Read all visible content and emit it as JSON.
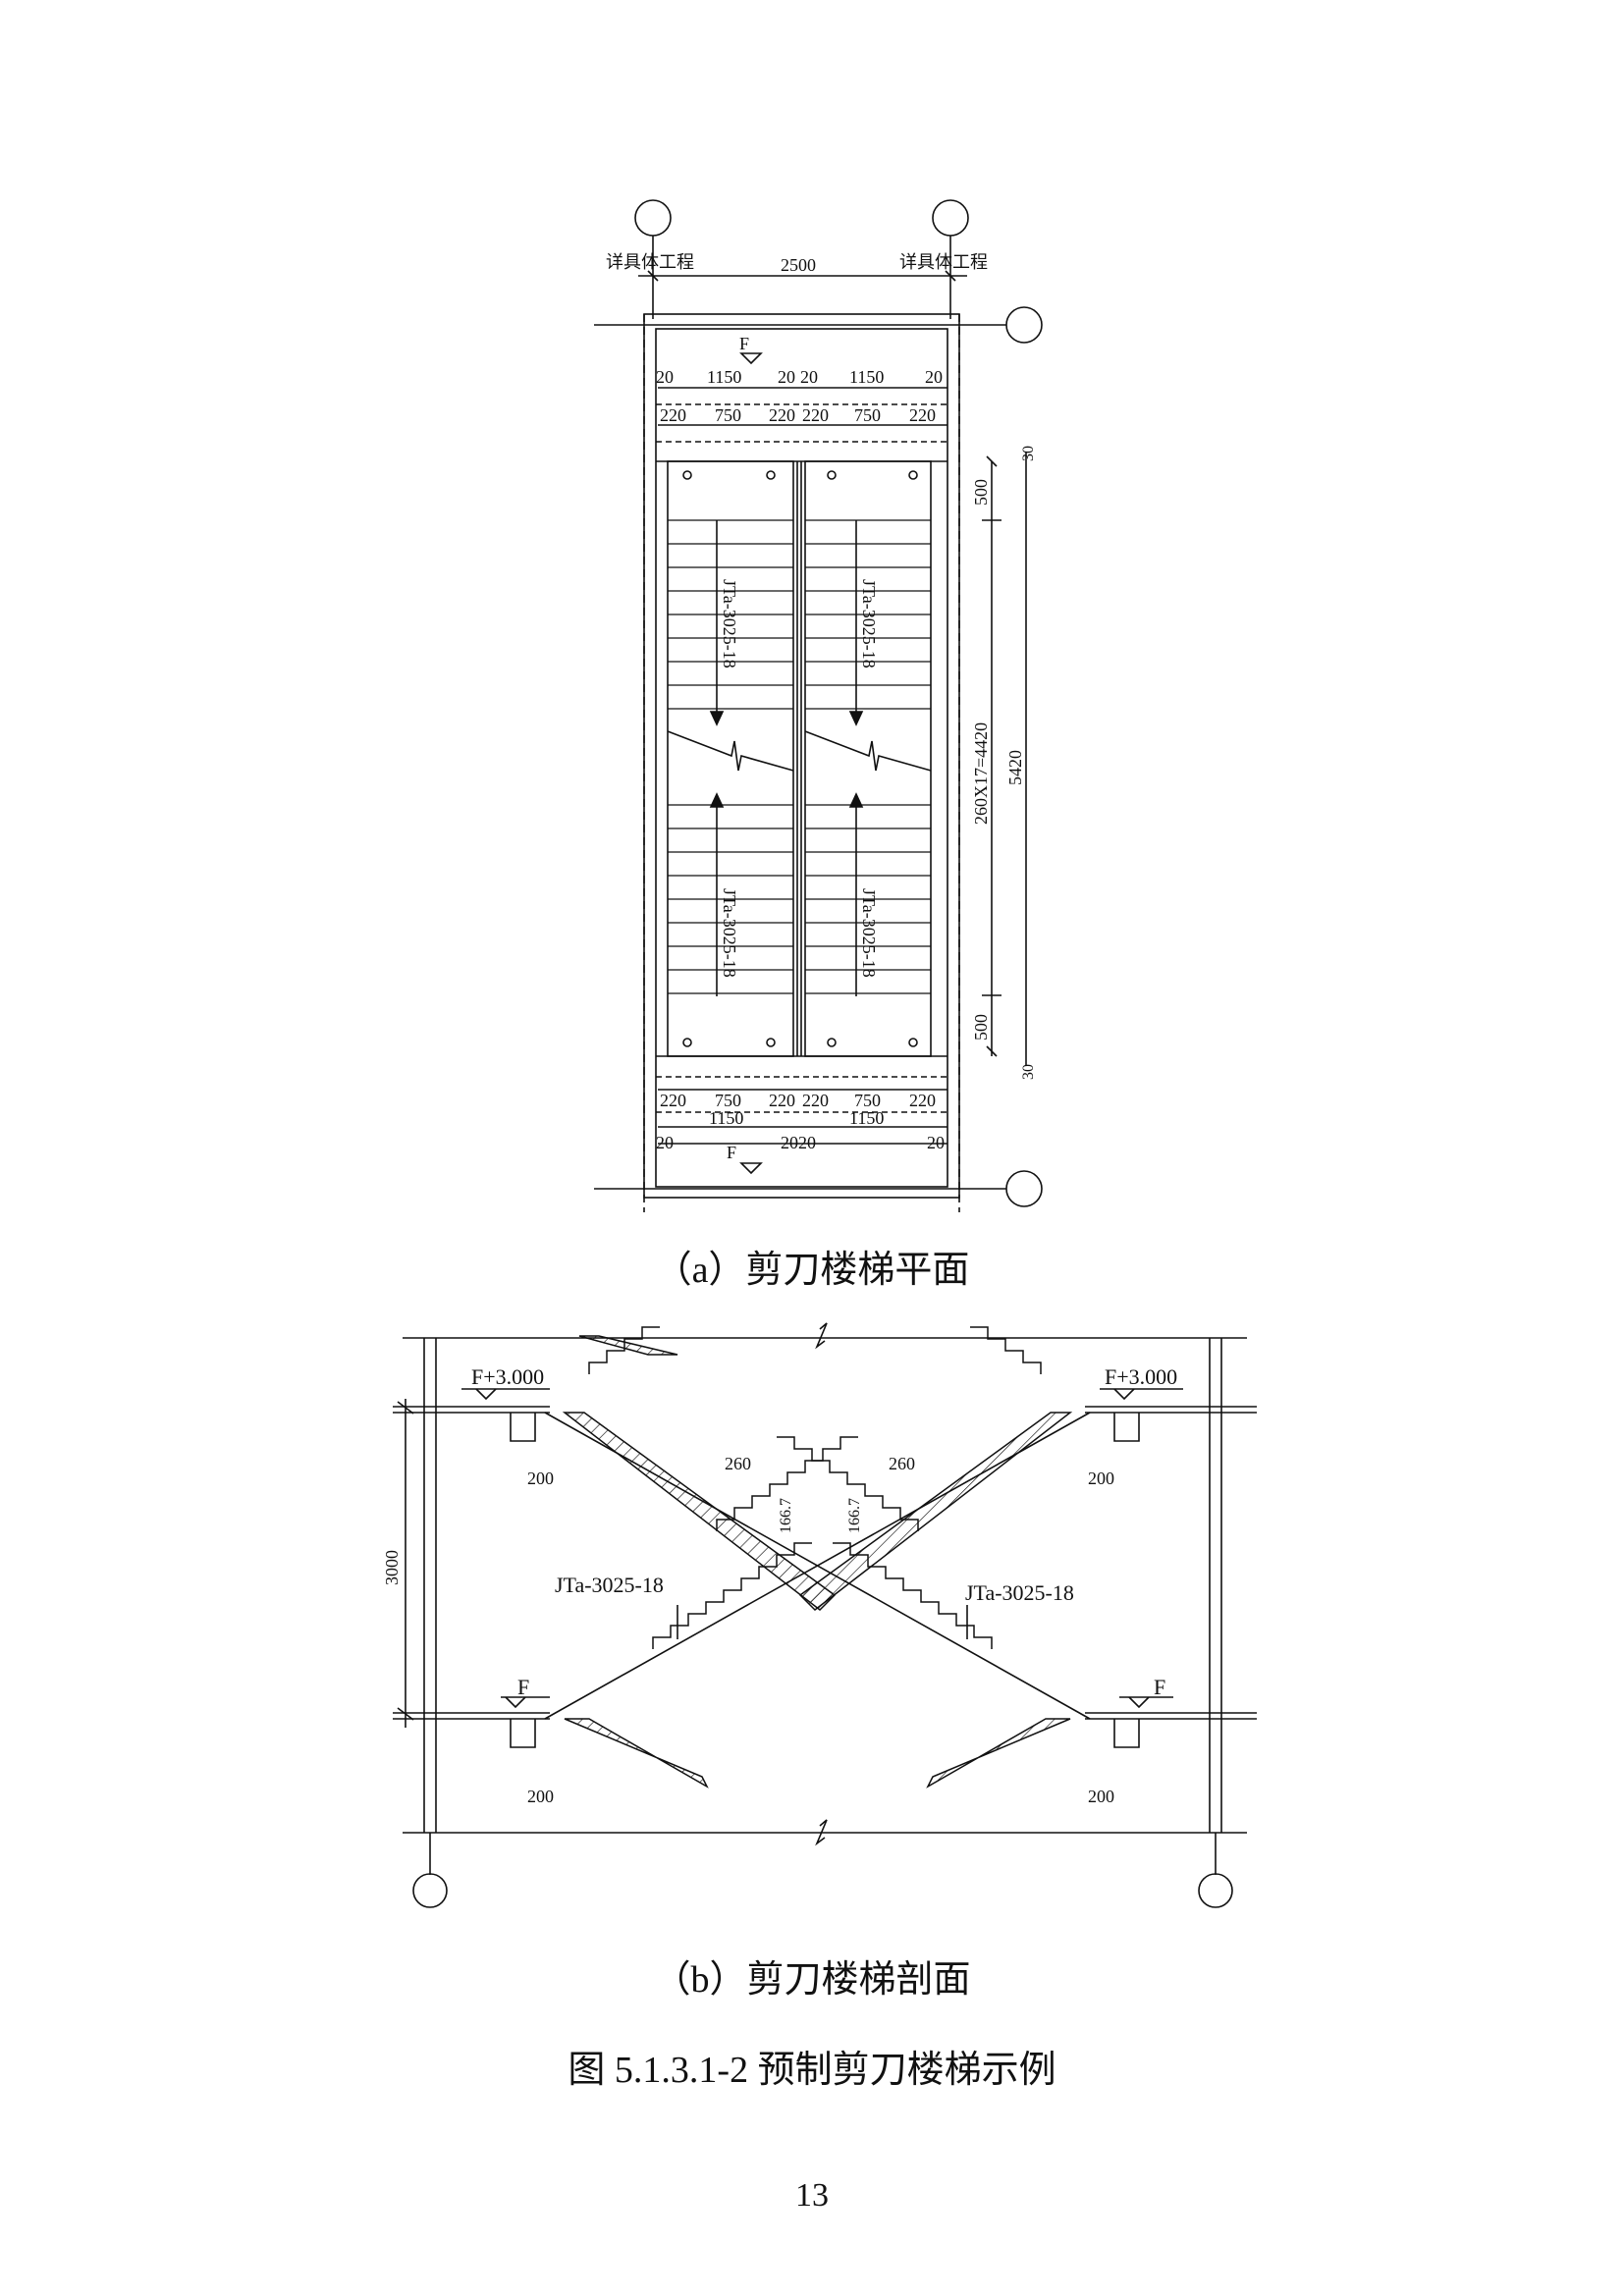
{
  "plan": {
    "note_left": "详具体工程",
    "note_right": "详具体工程",
    "dim_total_width": "2500",
    "floor_mark_top": "F",
    "floor_mark_bottom": "F",
    "dim_20": "20",
    "dim_1150": "1150",
    "dim_220": "220",
    "dim_750": "750",
    "dim_2020": "2020",
    "dim_500": "500",
    "dim_30": "30",
    "dim_run": "260X17=4420",
    "dim_total_length": "5420",
    "flight_label": "JTa-3025-18"
  },
  "section": {
    "level_upper": "F+3.000",
    "level_lower": "F",
    "dim_200": "200",
    "dim_260": "260",
    "dim_166": "166.7",
    "dim_height": "3000",
    "flight_label": "JTa-3025-18"
  },
  "captions": {
    "plan_caption": "（a）剪刀楼梯平面",
    "section_caption": "（b）剪刀楼梯剖面",
    "figure_title": "图 5.1.3.1-2  预制剪刀楼梯示例",
    "page_number": "13"
  }
}
